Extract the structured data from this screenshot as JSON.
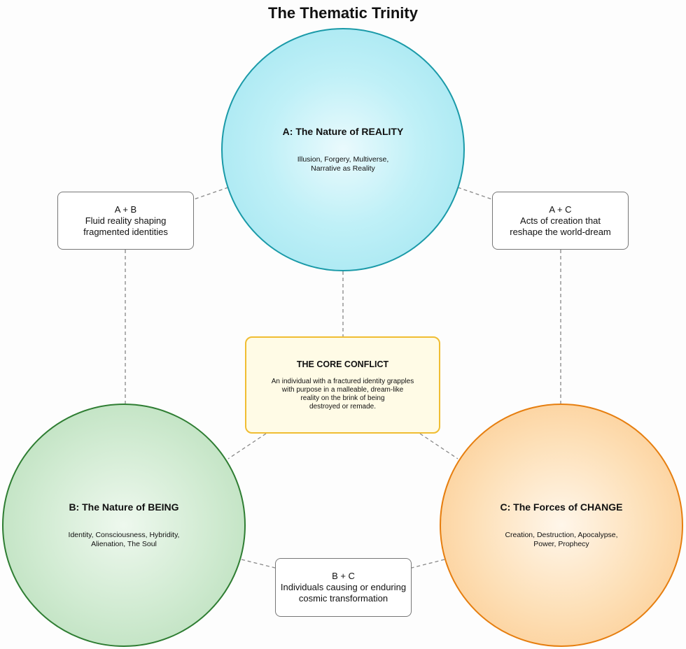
{
  "title": "The Thematic Trinity",
  "circles": {
    "a": {
      "heading": "A: The Nature of REALITY",
      "body": "Illusion, Forgery, Multiverse,\nNarrative as Reality",
      "color": "#1a9aa8"
    },
    "b": {
      "heading": "B: The Nature of BEING",
      "body": "Identity, Consciousness, Hybridity,\nAlienation, The Soul",
      "color": "#2e7d32"
    },
    "c": {
      "heading": "C: The Forces of CHANGE",
      "body": "Creation, Destruction, Apocalypse,\nPower, Prophecy",
      "color": "#e67e0f"
    }
  },
  "pairs": {
    "ab": {
      "label": "A + B",
      "text": "Fluid reality shaping\nfragmented identities"
    },
    "ac": {
      "label": "A + C",
      "text": "Acts of creation that\nreshape the world-dream"
    },
    "bc": {
      "label": "B + C",
      "text": "Individuals causing or enduring\ncosmic transformation"
    }
  },
  "core": {
    "heading": "THE CORE CONFLICT",
    "body": "An individual with a fractured identity grapples\nwith purpose in a malleable, dream-like\nreality on the brink of being\ndestroyed or remade.",
    "color": "#f0bd32"
  },
  "connector_color": "#888888"
}
